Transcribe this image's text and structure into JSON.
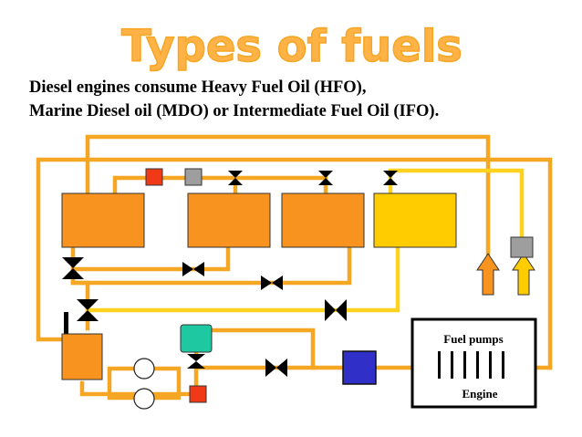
{
  "slide": {
    "title": "Types of fuels",
    "subtitle_line1": "Diesel engines consume Heavy Fuel Oil (HFO),",
    "subtitle_line2": "Marine Diesel oil (MDO) or Intermediate Fuel Oil (IFO)."
  },
  "diagram": {
    "labels": {
      "fuel_pumps": "Fuel pumps",
      "engine": "Engine"
    },
    "colors": {
      "pipe_orange": "#f5a623",
      "pipe_yellow": "#ffd21f",
      "tank_orange": "#f7931e",
      "tank_yellow": "#ffcc00",
      "title_fill": "#ffb347",
      "filter_red": "#f03a17",
      "filter_gray": "#9e9e9e",
      "separator_green": "#1ec8a0",
      "heater_blue": "#3030c8"
    }
  }
}
